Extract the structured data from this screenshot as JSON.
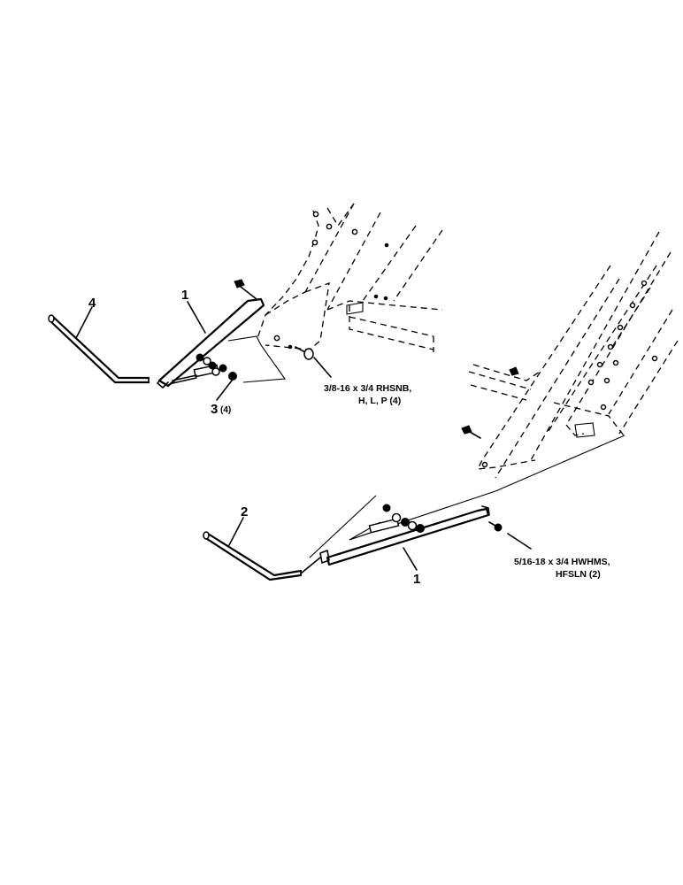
{
  "callouts": {
    "top_rod": "4",
    "top_bracket": "1",
    "top_hardware": "3",
    "top_hardware_qty": "(4)",
    "bottom_rod": "2",
    "bottom_bracket": "1"
  },
  "specs": {
    "top_bolt_line1": "3/8-16 x  3/4 RHSNB,",
    "top_bolt_line2": "H, L, P (4)",
    "bottom_bolt_line1": "5/16-18 x 3/4 HWHMS,",
    "bottom_bolt_line2": "HFSLN  (2)"
  }
}
